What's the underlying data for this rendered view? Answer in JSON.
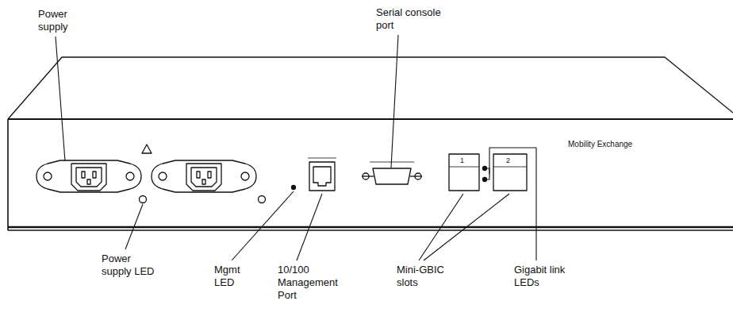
{
  "diagram": {
    "labels": [
      "Power supply",
      "Serial console port",
      "Power supply LED",
      "Mgmt LED",
      "10/100 Management Port",
      "Mini-GBIC slots",
      "Gigabit link LEDs",
      "1",
      "2",
      "Mobility Exchange"
    ]
  }
}
